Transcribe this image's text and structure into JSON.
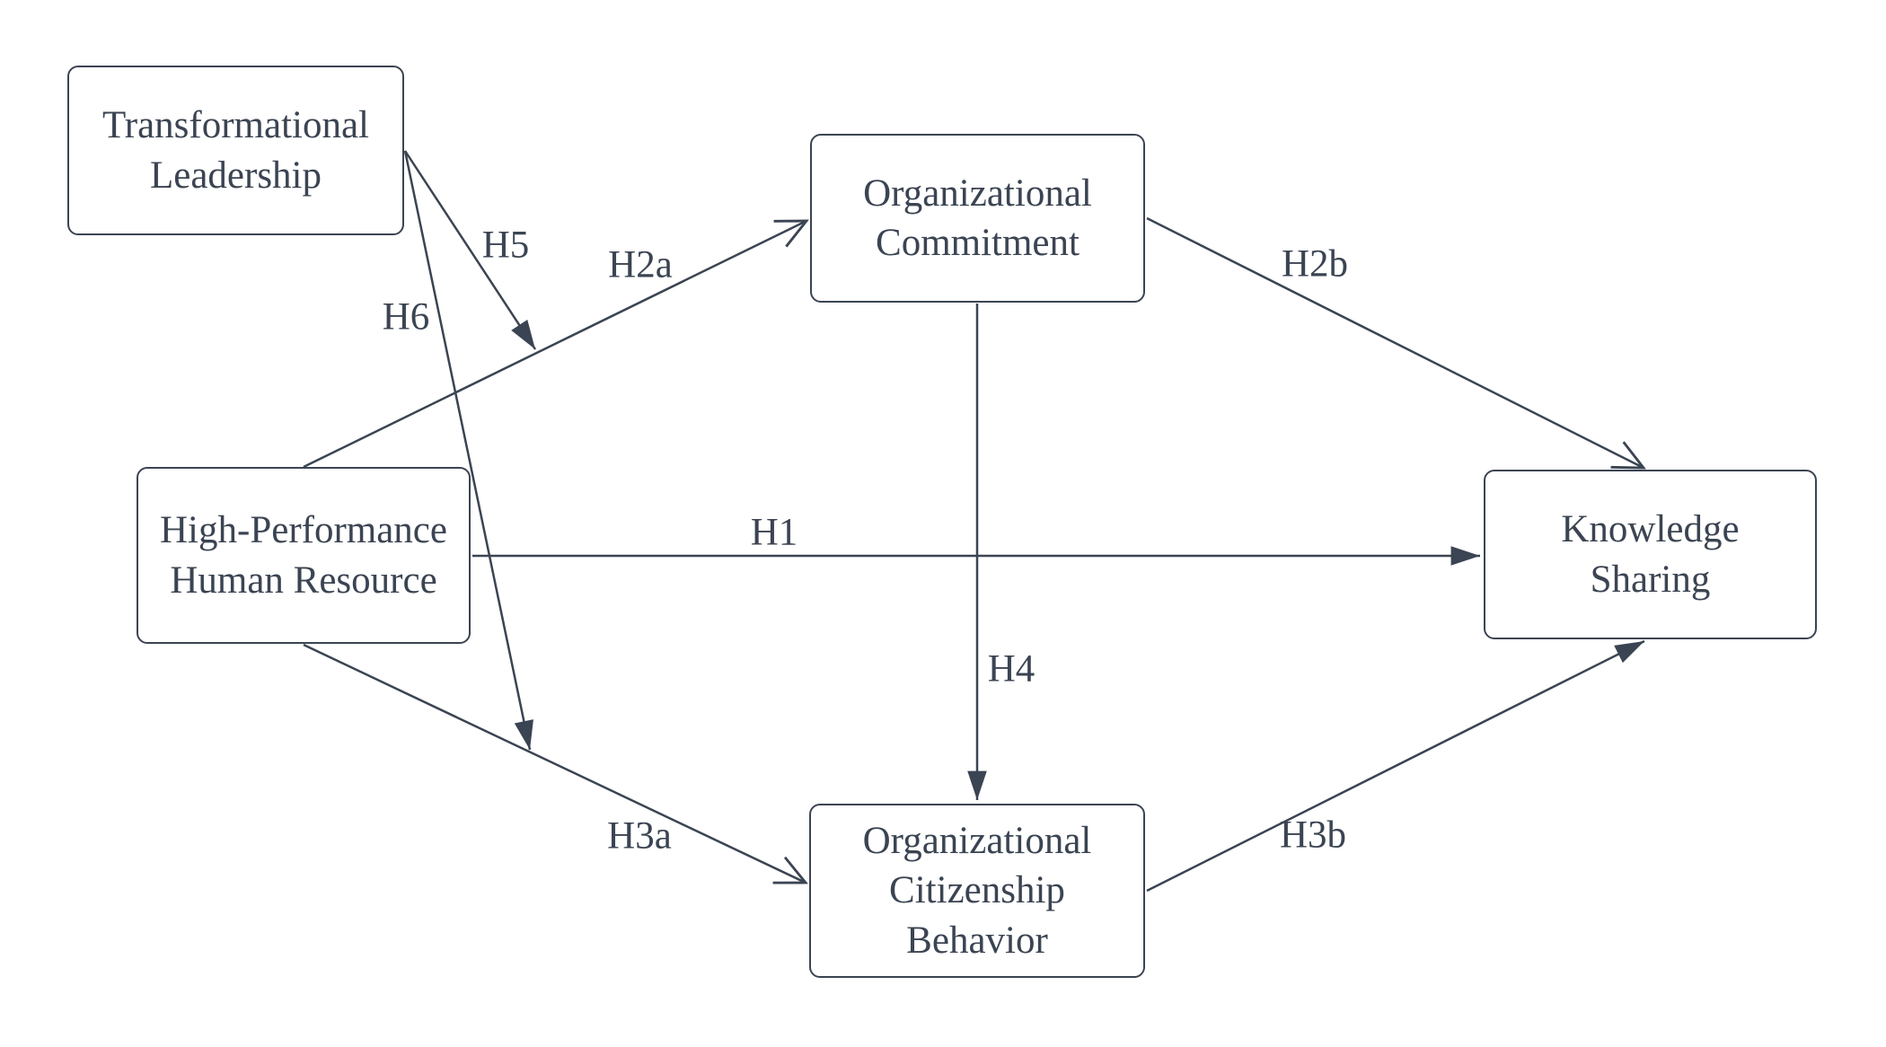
{
  "diagram": {
    "type": "hypothesized-research-model",
    "colors": {
      "stroke": "#3b4452",
      "text": "#3b4452",
      "background": "#ffffff",
      "node_fill": "#ffffff"
    },
    "nodes": [
      {
        "id": "transformational-leadership",
        "label": "Transformational\nLeadership"
      },
      {
        "id": "high-performance-human-resource",
        "label": "High-Performance\nHuman Resource"
      },
      {
        "id": "organizational-commitment",
        "label": "Organizational\nCommitment"
      },
      {
        "id": "organizational-citizenship-behavior",
        "label": "Organizational\nCitizenship\nBehavior"
      },
      {
        "id": "knowledge-sharing",
        "label": "Knowledge\nSharing"
      }
    ],
    "edges": [
      {
        "label": "H1",
        "from": "High-Performance Human Resource",
        "to": "Knowledge Sharing",
        "arrowhead": "filled"
      },
      {
        "label": "H2a",
        "from": "High-Performance Human Resource",
        "to": "Organizational Commitment",
        "arrowhead": "open"
      },
      {
        "label": "H2b",
        "from": "Organizational Commitment",
        "to": "Knowledge Sharing",
        "arrowhead": "open"
      },
      {
        "label": "H3a",
        "from": "High-Performance Human Resource",
        "to": "Organizational Citizenship Behavior",
        "arrowhead": "open"
      },
      {
        "label": "H3b",
        "from": "Organizational Citizenship Behavior",
        "to": "Knowledge Sharing",
        "arrowhead": "filled"
      },
      {
        "label": "H4",
        "from": "Organizational Commitment",
        "to": "Organizational Citizenship Behavior",
        "arrowhead": "filled"
      },
      {
        "label": "H5",
        "from": "Transformational Leadership",
        "to": "H2a arrow (moderation)",
        "arrowhead": "filled"
      },
      {
        "label": "H6",
        "from": "Transformational Leadership",
        "to": "H3a arrow (moderation)",
        "arrowhead": "filled"
      }
    ]
  }
}
